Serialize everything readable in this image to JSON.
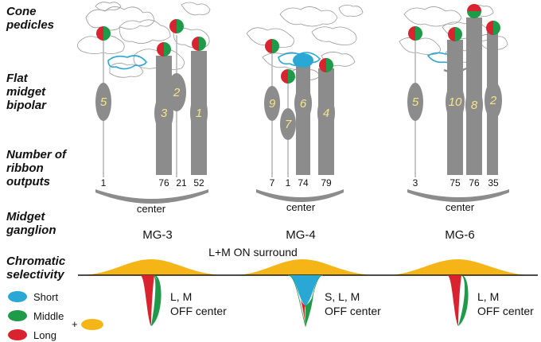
{
  "row_labels": {
    "cone_pedicles": "Cone\npedicles",
    "flat_midget_bipolar": "Flat\nmidget\nbipolar",
    "ribbon_outputs": "Number of\nribbon\noutputs",
    "midget_ganglion": "Midget\nganglion",
    "chromatic_selectivity": "Chromatic\nselectivity"
  },
  "colors": {
    "long": "#d9232e",
    "middle": "#1e9a48",
    "short": "#29a8d6",
    "surround": "#f5b516",
    "bipolar": "#8c8c8c",
    "axon": "#b9b9b9"
  },
  "panels": [
    {
      "ganglion": "MG-3",
      "center_label": "center",
      "bipolars": [
        {
          "number": "5",
          "ribbons": "1"
        },
        {
          "number": "3",
          "ribbons": "76"
        },
        {
          "number": "2",
          "ribbons": "21"
        },
        {
          "number": "1",
          "ribbons": "52"
        }
      ],
      "response_text": "L, M\nOFF center"
    },
    {
      "ganglion": "MG-4",
      "center_label": "center",
      "bipolars": [
        {
          "number": "9",
          "ribbons": "7"
        },
        {
          "number": "7",
          "ribbons": "1"
        },
        {
          "number": "6",
          "ribbons": "74"
        },
        {
          "number": "4",
          "ribbons": "79"
        }
      ],
      "response_text": "S, L, M\nOFF center"
    },
    {
      "ganglion": "MG-6",
      "center_label": "center",
      "bipolars": [
        {
          "number": "5",
          "ribbons": "3"
        },
        {
          "number": "10",
          "ribbons": "75"
        },
        {
          "number": "8",
          "ribbons": "76"
        },
        {
          "number": "2",
          "ribbons": "35"
        }
      ],
      "response_text": "L, M\nOFF center"
    }
  ],
  "surround_label": "L+M ON surround",
  "legend": {
    "short": "Short",
    "middle": "Middle",
    "long": "Long",
    "plus": "+"
  }
}
